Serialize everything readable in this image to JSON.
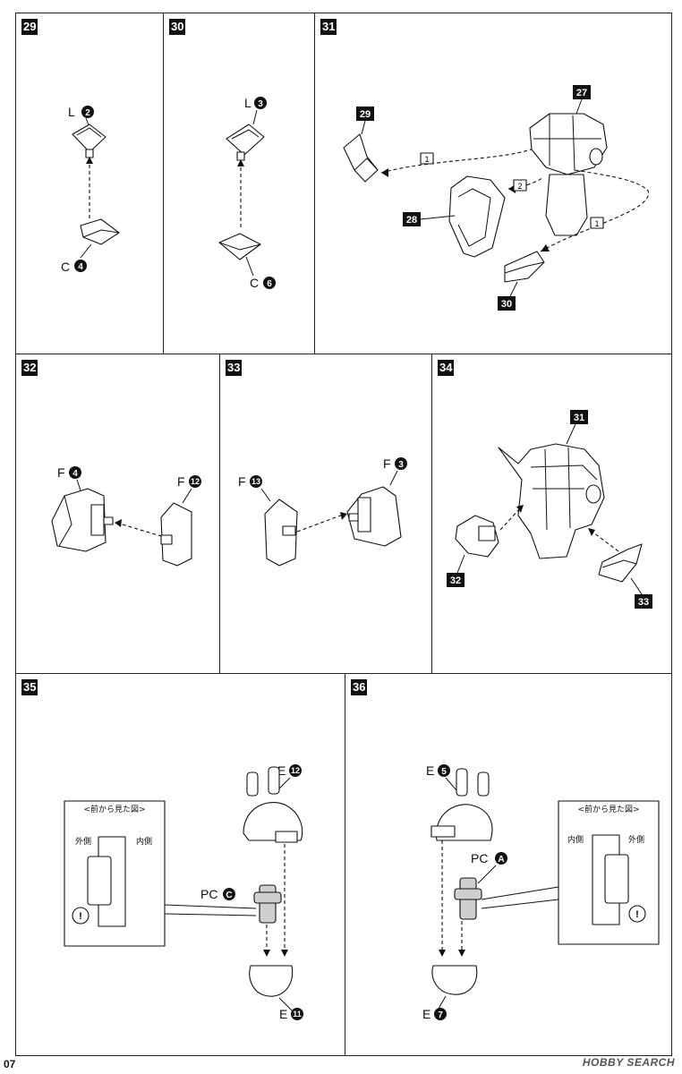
{
  "page": {
    "number": "07",
    "watermark": "HOBBY SEARCH"
  },
  "steps": [
    {
      "id": "29",
      "labels": [
        {
          "runner": "L",
          "num": "2"
        },
        {
          "runner": "C",
          "num": "4"
        }
      ]
    },
    {
      "id": "30",
      "labels": [
        {
          "runner": "L",
          "num": "3"
        },
        {
          "runner": "C",
          "num": "6"
        }
      ]
    },
    {
      "id": "31",
      "refs": [
        "29",
        "27",
        "28",
        "30"
      ],
      "callouts": [
        "1",
        "2",
        "1"
      ]
    },
    {
      "id": "32",
      "labels": [
        {
          "runner": "F",
          "num": "4"
        },
        {
          "runner": "F",
          "num": "12"
        }
      ]
    },
    {
      "id": "33",
      "labels": [
        {
          "runner": "F",
          "num": "13"
        },
        {
          "runner": "F",
          "num": "3"
        }
      ]
    },
    {
      "id": "34",
      "refs": [
        "31",
        "32",
        "33"
      ]
    },
    {
      "id": "35",
      "labels": [
        {
          "runner": "E",
          "num": "12"
        },
        {
          "runner": "PC",
          "num": "C"
        },
        {
          "runner": "E",
          "num": "11"
        }
      ],
      "inset": {
        "title": "<前から見た図>",
        "outer": "外側",
        "inner": "内側",
        "warn": "!"
      }
    },
    {
      "id": "36",
      "labels": [
        {
          "runner": "E",
          "num": "5"
        },
        {
          "runner": "PC",
          "num": "A"
        },
        {
          "runner": "E",
          "num": "7"
        }
      ],
      "inset": {
        "title": "<前から見た図>",
        "outer": "外側",
        "inner": "内側",
        "warn": "!"
      }
    }
  ]
}
